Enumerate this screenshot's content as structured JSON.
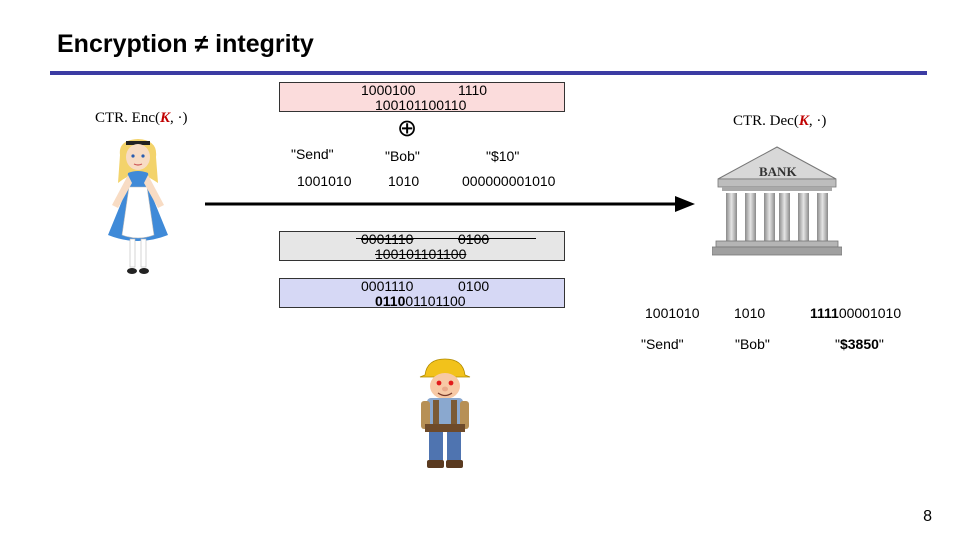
{
  "slide": {
    "title": "Encryption ≠ integrity",
    "page_number": "8"
  },
  "enc_label": {
    "prefix": "CTR. Enc(",
    "key": "K",
    "suffix": ", ·)"
  },
  "dec_label": {
    "prefix": "CTR. Dec(",
    "key": "K",
    "suffix": ", ·)"
  },
  "keystream": {
    "line1a": "1000100",
    "line1b": "1110",
    "line2": "100101100110"
  },
  "xor_symbol": "⊕",
  "plaintext": {
    "words": [
      "\"Send\"",
      "\"Bob\"",
      "\"$10\""
    ],
    "bits": [
      "1001010",
      "1010",
      "000000001010"
    ]
  },
  "cipher_grey": {
    "line1a": "0001110",
    "line1b": "0100",
    "line2": "100101101100"
  },
  "cipher_blue": {
    "line1a": "0001110",
    "line1b": "0100",
    "line2_bold": "0110",
    "line2_rest": "01101100"
  },
  "decrypted": {
    "bits": [
      "1001010",
      "1010"
    ],
    "bits3_bold": "1111",
    "bits3_rest": "00001010",
    "words": [
      "\"Send\"",
      "\"Bob\""
    ],
    "word3_bold": "$3850",
    "quote": "\""
  },
  "bank_sign": "BANK",
  "colors": {
    "accent": "#3b3ba3",
    "key_box": "#fbdcdc",
    "grey_box": "#e6e6e6",
    "blue_box": "#d6d8f5",
    "key_var": "#c00000"
  }
}
